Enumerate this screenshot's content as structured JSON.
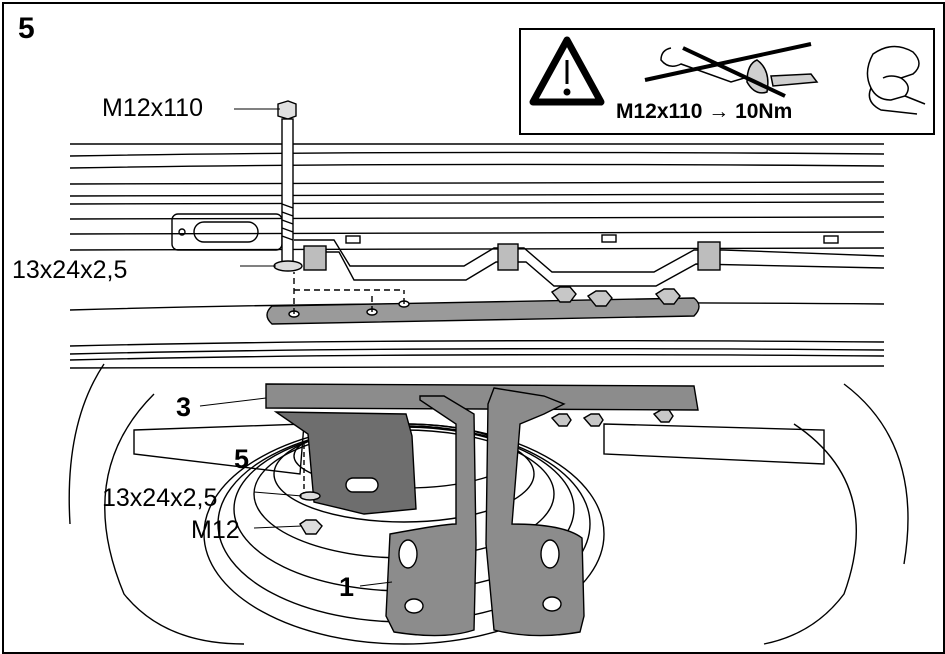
{
  "step_number": "5",
  "warning": {
    "icon": "warning-triangle-icon",
    "torque_text": "M12x110 → 10Nm",
    "crossed_tool_icon": "impact-wrench-crossed-icon",
    "hand_icon": "hand-tighten-icon"
  },
  "callouts": {
    "bolt": "M12x110",
    "washer_top": "13x24x2,5",
    "part_3": "3",
    "part_5": "5",
    "washer_bottom": "13x24x2,5",
    "nut": "M12",
    "part_1": "1"
  },
  "colors": {
    "bracket_fill": "#8c8c8c",
    "plate_fill": "#9a9a9a",
    "line": "#000000"
  }
}
